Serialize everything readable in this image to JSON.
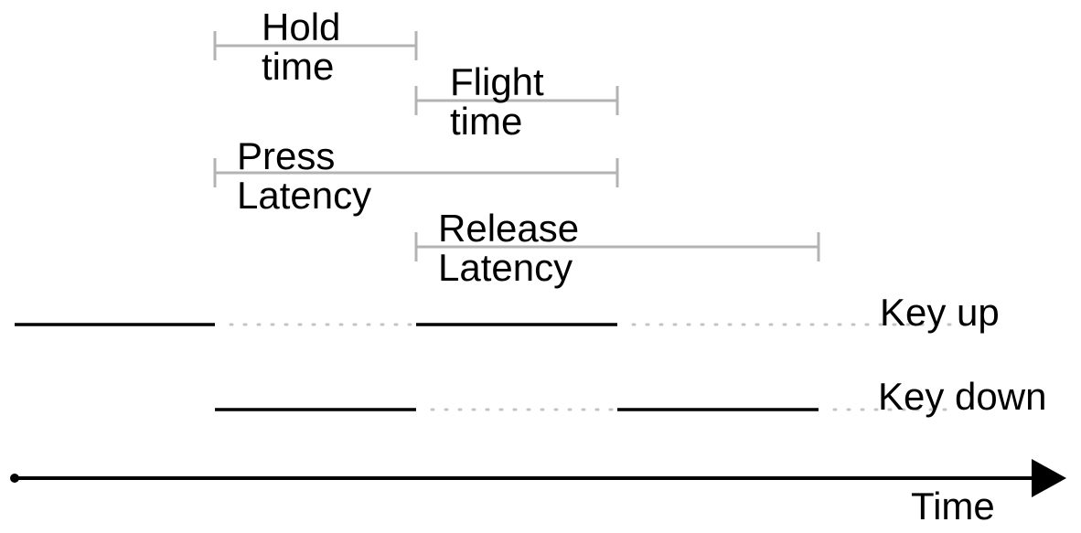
{
  "intervals": [
    {
      "id": "hold",
      "line1": "Hold",
      "line2": "time"
    },
    {
      "id": "flight",
      "line1": "Flight",
      "line2": "time"
    },
    {
      "id": "press",
      "line1": "Press",
      "line2": "Latency"
    },
    {
      "id": "release",
      "line1": "Release",
      "line2": "Latency"
    }
  ],
  "signals": {
    "key_up": "Key up",
    "key_down": "Key down"
  },
  "axis": {
    "label": "Time"
  },
  "colors": {
    "bracket": "#b3b3b3",
    "signal": "#000000",
    "dotted": "#c4c4c4"
  }
}
